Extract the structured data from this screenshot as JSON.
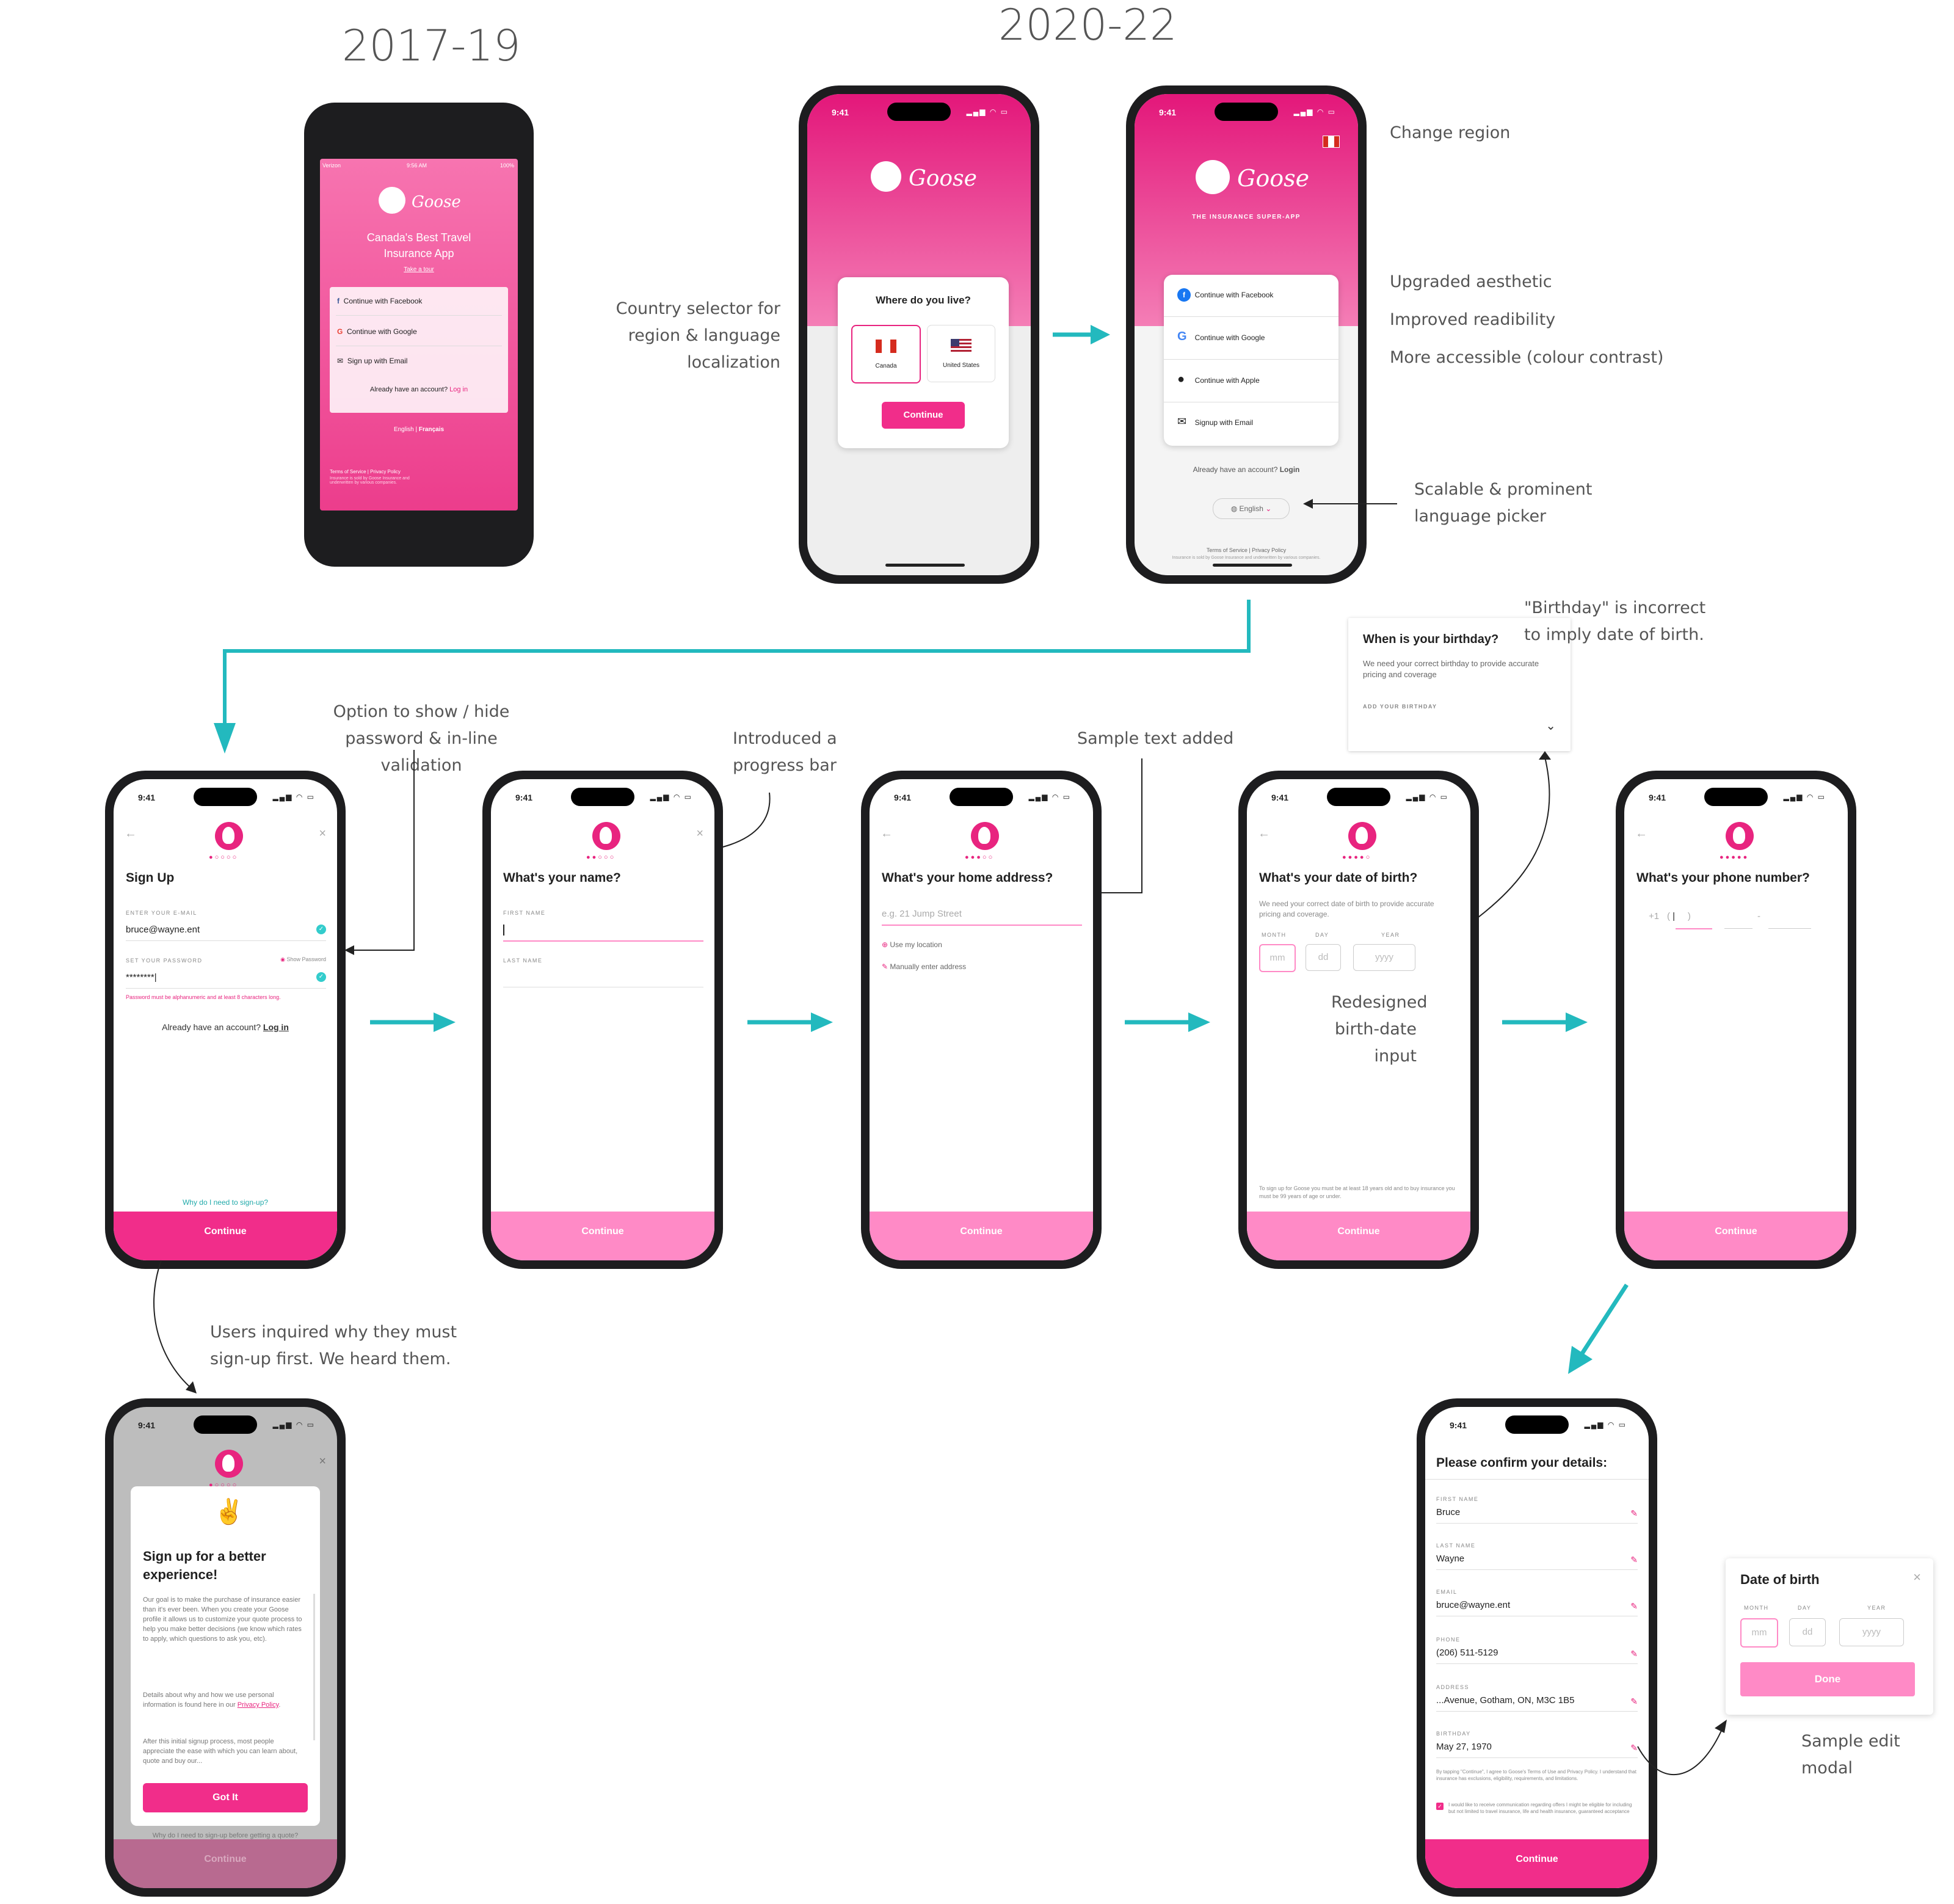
{
  "eras": {
    "old": "2017-19",
    "new": "2020-22"
  },
  "notes": {
    "country": "Country selector for\nregion & language\nlocalization",
    "change_region": "Change region",
    "upgraded": "Upgraded aesthetic",
    "readability": "Improved readibility",
    "accessible": "More accessible (colour contrast)",
    "lang_picker": "Scalable & prominent\nlanguage picker",
    "birthday": "\"Birthday\" is incorrect\nto imply date of birth.",
    "show_hide": "Option to show / hide\npassword & in-line validation",
    "progress": "Introduced a\nprogress bar",
    "sample_text": "Sample text added",
    "redesigned": "Redesigned\nbirth-date\ninput",
    "users_inquired": "Users inquired why they must\nsign-up first. We heard them.",
    "sample_modal": "Sample edit modal"
  },
  "old_app": {
    "carrier": "Verizon",
    "time": "9:56 AM",
    "battery": "100%",
    "brand": "Goose",
    "headline": "Canada's Best Travel Insurance App",
    "tour": "Take a tour",
    "options": [
      "Continue with Facebook",
      "Continue with Google",
      "Sign up with Email"
    ],
    "already": "Already have an account?",
    "login": "Log in",
    "lang_en": "English",
    "lang_fr": "Français",
    "footer_links": "Terms of Service | Privacy Policy",
    "footer_text": "Insurance is sold by Goose Insurance and underwritten by various companies."
  },
  "status_time": "9:41",
  "country_screen": {
    "brand": "Goose",
    "question": "Where do you live?",
    "options": [
      "Canada",
      "United States"
    ],
    "continue": "Continue"
  },
  "login_screen": {
    "brand": "Goose",
    "tagline": "THE INSURANCE SUPER-APP",
    "options": [
      "Continue with Facebook",
      "Continue with Google",
      "Continue with Apple",
      "Signup with Email"
    ],
    "already": "Already have an account?",
    "login": "Login",
    "language": "English",
    "footer_links": "Terms of Service | Privacy Policy",
    "footer_text": "Insurance is sold by Goose Insurance and underwritten by various companies."
  },
  "birthday_card": {
    "title": "When is your birthday?",
    "desc": "We need your correct birthday to provide accurate pricing and coverage",
    "label": "ADD YOUR BIRTHDAY"
  },
  "signup_screen": {
    "title": "Sign Up",
    "email_label": "ENTER YOUR E-MAIL",
    "email": "bruce@wayne.ent",
    "pass_label": "SET YOUR PASSWORD",
    "show_password": "Show Password",
    "password": "********|",
    "hint": "Password must be alphanumeric and at least 8 characters long.",
    "already": "Already have an account?",
    "login": "Log in",
    "why": "Why do I need to sign-up?",
    "continue": "Continue"
  },
  "name_screen": {
    "title": "What's your name?",
    "first": "FIRST NAME",
    "last": "LAST NAME",
    "continue": "Continue"
  },
  "address_screen": {
    "title": "What's your home address?",
    "placeholder": "e.g. 21 Jump Street",
    "use_location": "Use my location",
    "manual": "Manually enter address",
    "continue": "Continue"
  },
  "dob_screen": {
    "title": "What's your date of birth?",
    "desc": "We need your correct date of birth to provide accurate pricing and coverage.",
    "month": "MONTH",
    "day": "DAY",
    "year": "YEAR",
    "mm": "mm",
    "dd": "dd",
    "yyyy": "yyyy",
    "footer": "To sign up for Goose you must be at least 18 years old and to buy insurance you must be 99 years of age or under.",
    "continue": "Continue"
  },
  "phone_screen": {
    "title": "What's your phone number?",
    "prefix": "+1",
    "continue": "Continue"
  },
  "why_modal": {
    "title": "Sign up for a better experience!",
    "p1": "Our goal is to make the purchase of insurance easier than it's ever been. When you create your Goose profile it allows us to customize your quote process to help you make better decisions (we know which rates to apply, which questions to ask you, etc).",
    "p2": "Details about why and how we use personal information is found here in our",
    "privacy": "Privacy Policy",
    "p3": "After this initial signup process, most people appreciate the ease with which you can learn about, quote and buy our...",
    "got_it": "Got It",
    "behind": "Why do I need to sign-up before getting a quote?",
    "continue": "Continue"
  },
  "confirm_screen": {
    "title": "Please confirm your details:",
    "fields": [
      {
        "label": "FIRST NAME",
        "value": "Bruce"
      },
      {
        "label": "LAST NAME",
        "value": "Wayne"
      },
      {
        "label": "EMAIL",
        "value": "bruce@wayne.ent"
      },
      {
        "label": "PHONE",
        "value": "(206) 511-5129"
      },
      {
        "label": "ADDRESS",
        "value": "...Avenue, Gotham, ON, M3C 1B5"
      },
      {
        "label": "BIRTHDAY",
        "value": "May 27, 1970"
      }
    ],
    "legal": "By tapping \"Continue\", I agree to Goose's Terms of Use and Privacy Policy. I understand that insurance has exclusions, eligibility, requirements, and limitations.",
    "consent": "I would like to receive communication regarding offers I might be eligible for including but not limited to travel insurance, life and health insurance, guaranteed acceptance",
    "continue": "Continue"
  },
  "edit_modal": {
    "title": "Date of birth",
    "month": "MONTH",
    "day": "DAY",
    "year": "YEAR",
    "mm": "mm",
    "dd": "dd",
    "yyyy": "yyyy",
    "done": "Done"
  },
  "colors": {
    "brand_pink": "#e8247f",
    "teal": "#23b9be"
  }
}
